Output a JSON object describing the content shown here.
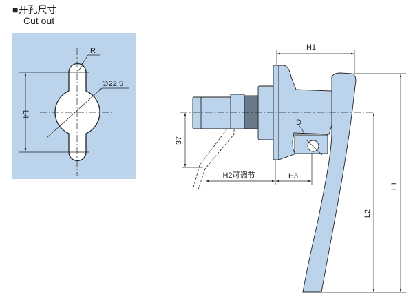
{
  "header": {
    "title": "■开孔尺寸",
    "subtitle": "Cut out"
  },
  "cutout": {
    "radius_label": "R",
    "diameter_label": "∅22.5",
    "length_label": "L4"
  },
  "handle": {
    "h1_label": "H1",
    "h2_label": "H2可调节",
    "h3_label": "H3",
    "d_label": "D",
    "offset_label": "37",
    "l1_label": "L1",
    "l2_label": "L2"
  },
  "colors": {
    "part_fill": "#bcd3ec",
    "line": "#222222"
  }
}
